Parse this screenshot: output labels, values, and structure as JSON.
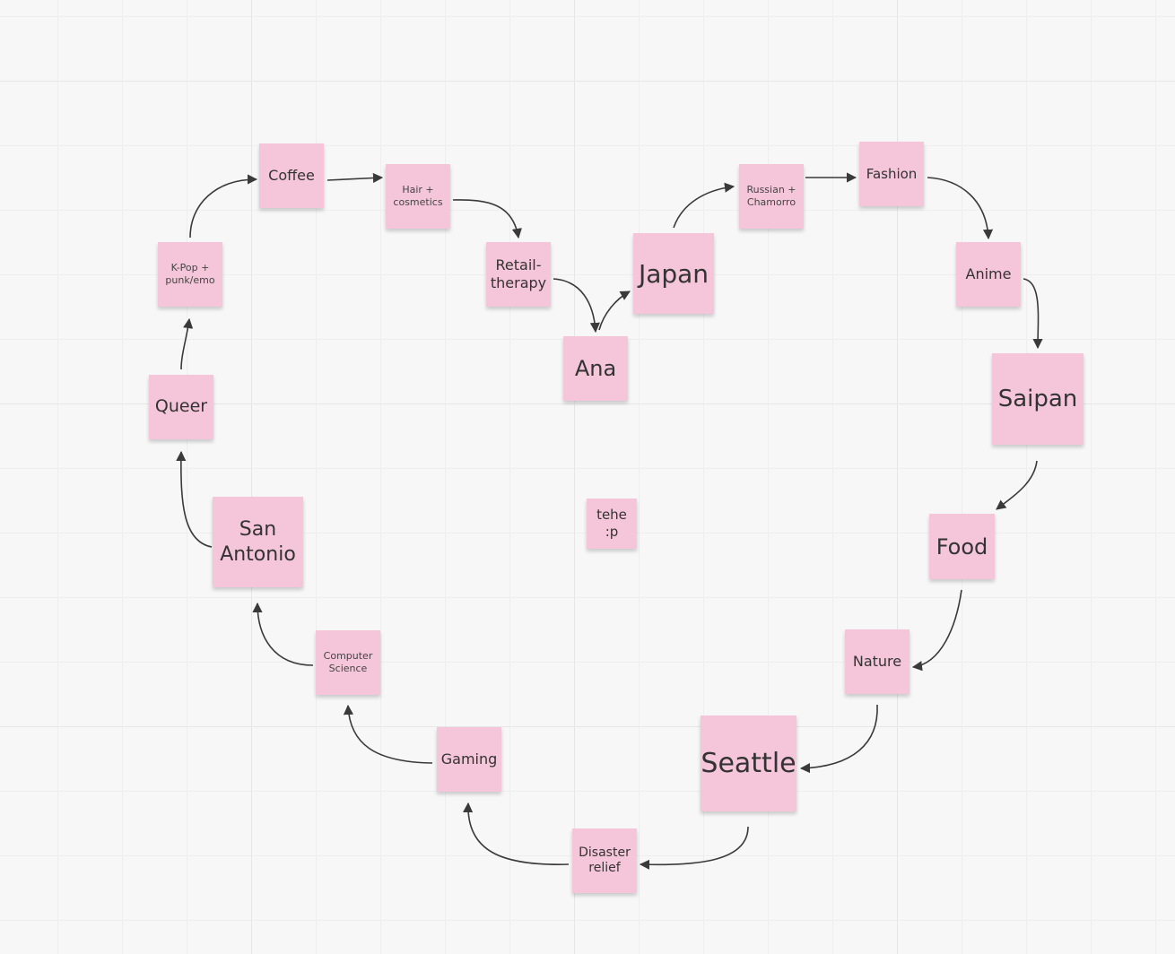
{
  "board": {
    "notes": [
      {
        "id": "coffee",
        "text": "Coffee"
      },
      {
        "id": "hair",
        "text": "Hair +\ncosmetics"
      },
      {
        "id": "retail",
        "text": "Retail-\ntherapy"
      },
      {
        "id": "kpop",
        "text": "K-Pop +\npunk/emo"
      },
      {
        "id": "queer",
        "text": "Queer"
      },
      {
        "id": "sanantonio",
        "text": "San\nAntonio"
      },
      {
        "id": "cs",
        "text": "Computer\nScience"
      },
      {
        "id": "gaming",
        "text": "Gaming"
      },
      {
        "id": "disaster",
        "text": "Disaster\nrelief"
      },
      {
        "id": "seattle",
        "text": "Seattle"
      },
      {
        "id": "nature",
        "text": "Nature"
      },
      {
        "id": "food",
        "text": "Food"
      },
      {
        "id": "saipan",
        "text": "Saipan"
      },
      {
        "id": "anime",
        "text": "Anime"
      },
      {
        "id": "fashion",
        "text": "Fashion"
      },
      {
        "id": "russian",
        "text": "Russian +\nChamorro"
      },
      {
        "id": "japan",
        "text": "Japan"
      },
      {
        "id": "ana",
        "text": "Ana"
      },
      {
        "id": "tehe",
        "text": "tehe\n:p"
      }
    ],
    "connections": [
      [
        "sanantonio",
        "queer"
      ],
      [
        "queer",
        "kpop"
      ],
      [
        "kpop",
        "coffee"
      ],
      [
        "coffee",
        "hair"
      ],
      [
        "hair",
        "retail"
      ],
      [
        "retail",
        "ana"
      ],
      [
        "ana",
        "japan"
      ],
      [
        "japan",
        "russian"
      ],
      [
        "russian",
        "fashion"
      ],
      [
        "fashion",
        "anime"
      ],
      [
        "anime",
        "saipan"
      ],
      [
        "saipan",
        "food"
      ],
      [
        "food",
        "nature"
      ],
      [
        "nature",
        "seattle"
      ],
      [
        "seattle",
        "disaster"
      ],
      [
        "disaster",
        "gaming"
      ],
      [
        "gaming",
        "cs"
      ],
      [
        "cs",
        "sanantonio"
      ]
    ]
  },
  "colors": {
    "note": "#f5c6da",
    "arrow": "#3a3a3a",
    "grid": "#e6e6e6"
  }
}
